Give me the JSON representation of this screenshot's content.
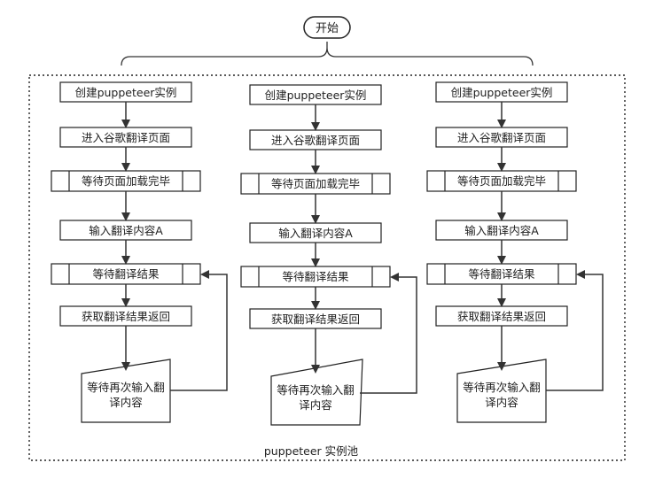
{
  "start_label": "开始",
  "pool_label": "puppeteer 实例池",
  "columns": [
    {
      "create": "创建puppeteer实例",
      "enter": "进入谷歌翻译页面",
      "wait_load": "等待页面加载完毕",
      "input": "输入翻译内容A",
      "wait_result": "等待翻译结果",
      "get_result": "获取翻译结果返回",
      "wait_again_line1": "等待再次输入翻",
      "wait_again_line2": "译内容"
    },
    {
      "create": "创建puppeteer实例",
      "enter": "进入谷歌翻译页面",
      "wait_load": "等待页面加载完毕",
      "input": "输入翻译内容A",
      "wait_result": "等待翻译结果",
      "get_result": "获取翻译结果返回",
      "wait_again_line1": "等待再次输入翻",
      "wait_again_line2": "译内容"
    },
    {
      "create": "创建puppeteer实例",
      "enter": "进入谷歌翻译页面",
      "wait_load": "等待页面加载完毕",
      "input": "输入翻译内容A",
      "wait_result": "等待翻译结果",
      "get_result": "获取翻译结果返回",
      "wait_again_line1": "等待再次输入翻",
      "wait_again_line2": "译内容"
    }
  ]
}
